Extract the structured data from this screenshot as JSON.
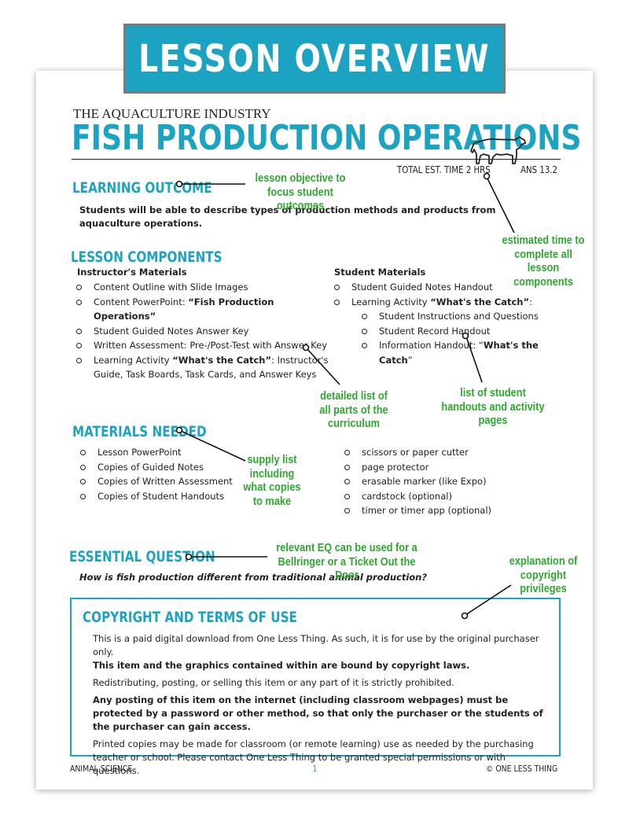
{
  "banner": {
    "title": "LESSON OVERVIEW"
  },
  "header": {
    "subtitle": "THE AQUACULTURE INDUSTRY",
    "title": "FISH PRODUCTION OPERATIONS",
    "time": "TOTAL EST. TIME 2 HRS",
    "standard": "ANS 13.2"
  },
  "learning_outcome": {
    "heading": "LEARNING OUTCOME",
    "text": "Students will be able to describe types of production methods and products from aquaculture operations."
  },
  "lesson_components": {
    "heading": "LESSON COMPONENTS",
    "instructor_heading": "Instructor's Materials",
    "instructor_items": [
      {
        "text": "Content Outline with Slide Images",
        "bold": ""
      },
      {
        "text": "Content PowerPoint: ",
        "bold": "“Fish Production Operations”"
      },
      {
        "text": "Student Guided Notes Answer Key",
        "bold": ""
      },
      {
        "text": "Written Assessment: Pre-/Post-Test with Answer Key",
        "bold": ""
      }
    ],
    "instructor_activity": {
      "pre": "Learning Activity ",
      "bold": "“What's the Catch”",
      "post": ": Instructor's Guide, Task Boards, Task Cards, and Answer Keys"
    },
    "student_heading": "Student Materials",
    "student_items": [
      "Student Guided Notes Handout"
    ],
    "student_activity": {
      "pre": "Learning Activity ",
      "bold": "“What's the Catch”",
      "post": ":"
    },
    "student_sub_items": [
      "Student Instructions and Questions",
      "Student Record Handout"
    ],
    "student_info": {
      "pre": "Information Handout: “",
      "bold": "What's the Catch",
      "post": "”"
    }
  },
  "materials_needed": {
    "heading": "MATERIALS NEEDED",
    "left": [
      "Lesson PowerPoint",
      "Copies of Guided Notes",
      "Copies of Written Assessment",
      "Copies of Student Handouts"
    ],
    "right": [
      "scissors or paper cutter",
      "page protector",
      "erasable marker (like Expo)",
      "cardstock (optional)",
      "timer or timer app (optional)"
    ]
  },
  "essential_question": {
    "heading": "ESSENTIAL QUESTION",
    "text": "How is fish production different from traditional animal production?"
  },
  "copyright": {
    "heading": "COPYRIGHT AND TERMS OF USE",
    "p1": "This is a paid digital download from One Less Thing. As such, it is for use by the original purchaser only.",
    "p1_bold": "This item and the graphics contained within are bound by copyright laws.",
    "p2": "Redistributing, posting, or selling this item or any part of it is strictly prohibited.",
    "p3_bold": "Any posting of this item on the internet (including classroom webpages) must be protected by a password or other method, so that only the purchaser or the students of the purchaser can gain access.",
    "p4": "Printed copies may be made for classroom (or remote learning) use as needed by the purchasing teacher or school. Please contact One Less Thing to be granted special permissions or with questions."
  },
  "footer": {
    "left": "ANIMAL SCIENCE",
    "page": "1",
    "right": "© ONE LESS THING"
  },
  "annotations": {
    "objective": "lesson objective to focus student  outcomes",
    "time": "estimated time to complete all lesson components",
    "details": "detailed list of all parts of the curriculum",
    "handouts": "list of student handouts and activity pages",
    "supply": "supply list including what copies to make",
    "eq": "relevant EQ can be used for a Bellringer or a Ticket Out the Door",
    "copyright": "explanation of copyright privileges"
  },
  "colors": {
    "accent": "#1da3c2",
    "annotation": "#2fa82f"
  }
}
